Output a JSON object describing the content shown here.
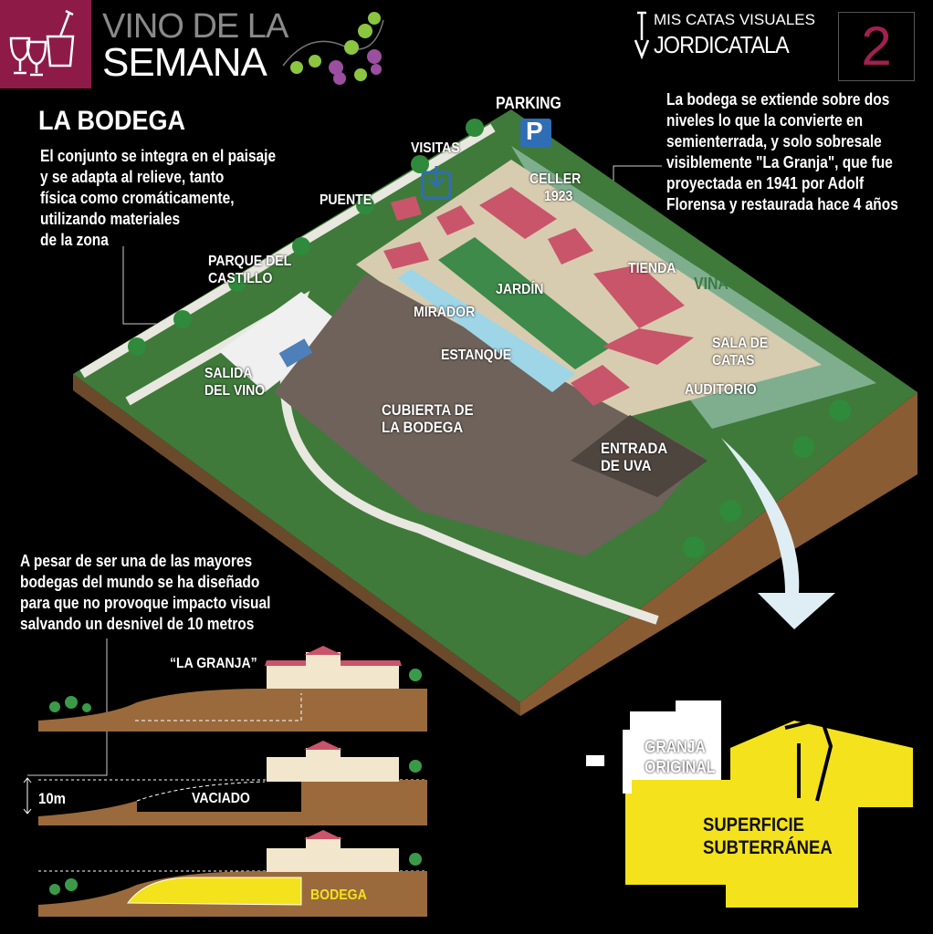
{
  "header": {
    "title_line1": "VINO DE LA",
    "title_line2": "SEMANA",
    "logo_top": "MIS CATAS VISUALES",
    "logo_bottom": "JORDICATALA",
    "issue_number": "2",
    "accent": "#8e1a48"
  },
  "section_title": "LA BODEGA",
  "intro_lines": [
    "El conjunto se integra en el paisaje",
    "y se adapta al relieve, tanto",
    "física como cromáticamente,",
    "utilizando materiales",
    "de la zona"
  ],
  "right_lines": [
    "La bodega se extiende sobre dos",
    "niveles lo que la convierte en",
    "semienterrada, y solo sobresale",
    "visiblemente \"La Granja\", que fue",
    "proyectada en 1941 por Adolf",
    "Florensa y restaurada hace 4 años"
  ],
  "map_labels": {
    "parking": "PARKING",
    "parking_sign": "P",
    "visitas": "VISITAS",
    "celler": "CELLER",
    "celler_year": "1923",
    "puente": "PUENTE",
    "parque_1": "PARQUE DEL",
    "parque_2": "CASTILLO",
    "tienda": "TIENDA",
    "vina": "VIÑA",
    "jardin": "JARDÍN",
    "mirador": "MIRADOR",
    "estanque": "ESTANQUE",
    "sala_1": "SALA DE",
    "sala_2": "CATAS",
    "auditorio": "AUDITORIO",
    "salida_1": "SALIDA",
    "salida_2": "DEL VINO",
    "cubierta_1": "CUBIERTA DE",
    "cubierta_2": "LA BODEGA",
    "entrada_1": "ENTRADA",
    "entrada_2": "DE UVA"
  },
  "bottom_lines": [
    "A pesar de ser una de las mayores",
    "bodegas  del mundo se ha diseñado",
    "para que no provoque impacto visual",
    "salvando un desnivel de 10 metros"
  ],
  "sections": {
    "granja_label": "“LA GRANJA”",
    "height_label": "10m",
    "vaciado_label": "VACIADO",
    "bodega_label": "BODEGA"
  },
  "plan": {
    "granja_1": "GRANJA",
    "granja_2": "ORIGINAL",
    "superficie_1": "SUPERFICIE",
    "superficie_2": "SUBTERRÁNEA",
    "yellow": "#f4e21c"
  }
}
